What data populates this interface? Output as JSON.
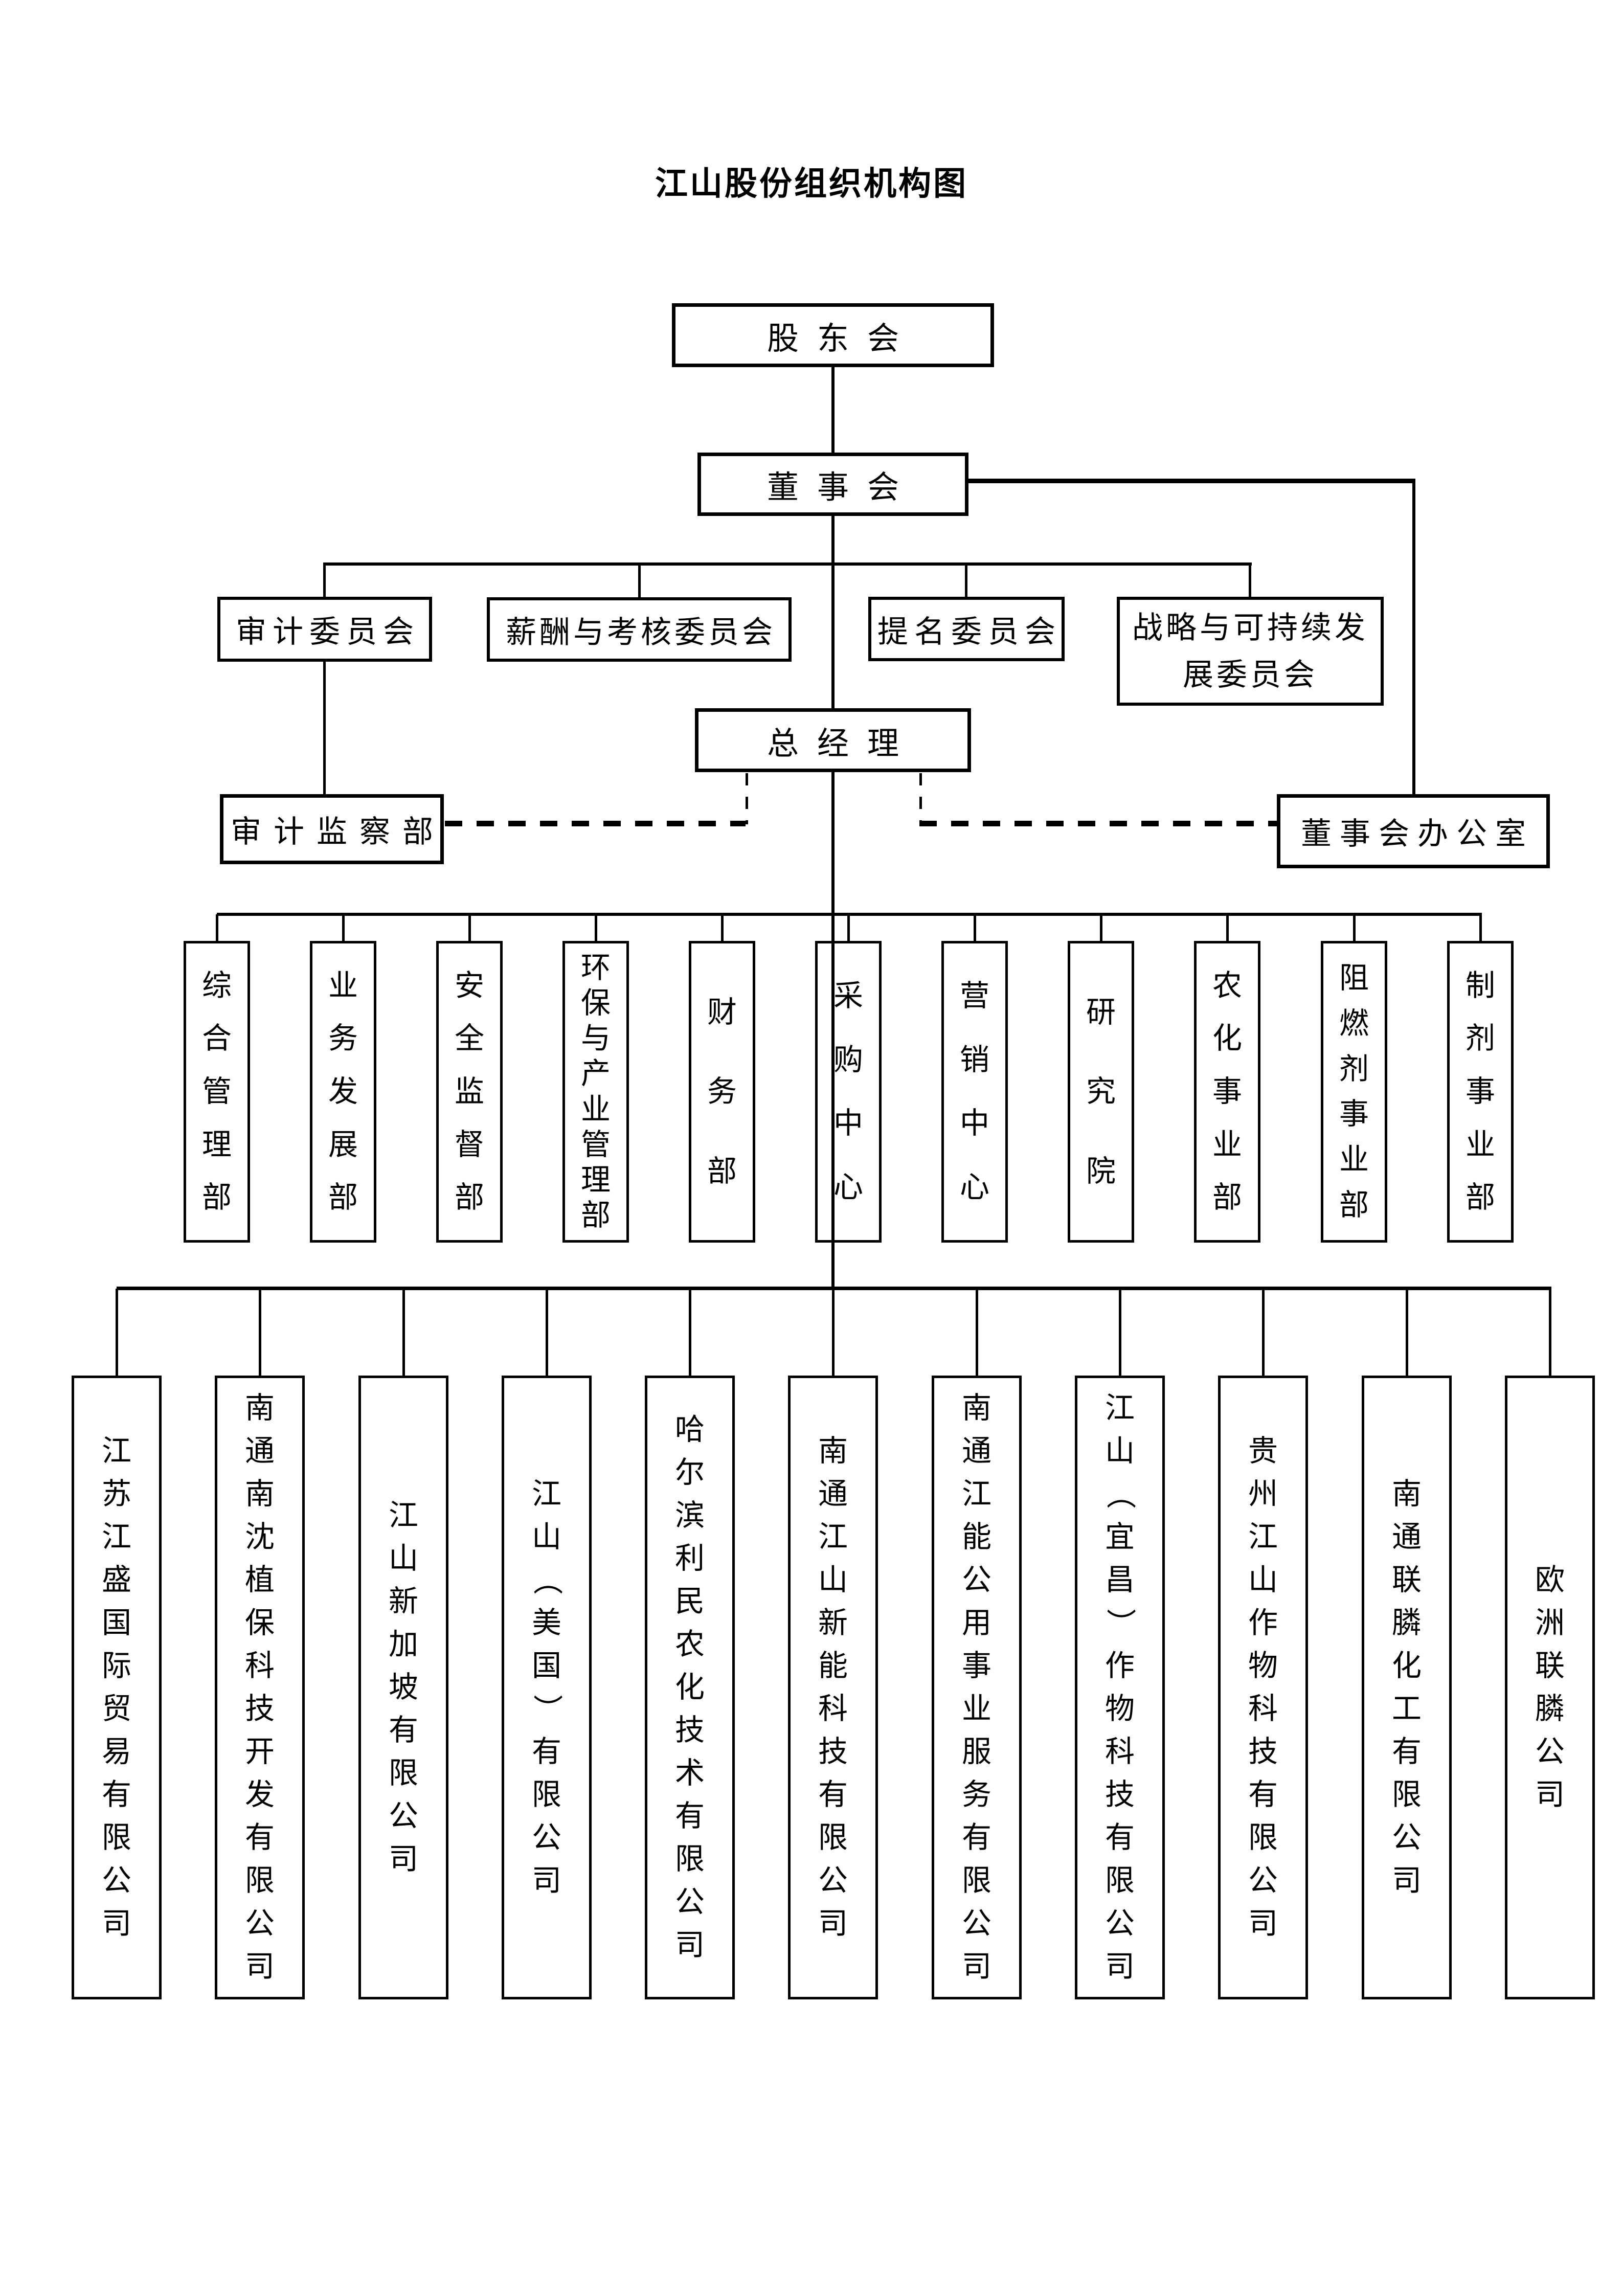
{
  "title": "江山股份组织机构图",
  "nodes": {
    "shareholders": "股东会",
    "board": "董事会",
    "general_manager": "总经理",
    "audit_supervision_dept": "审计监察部",
    "board_office": "董事会办公室"
  },
  "committees": [
    {
      "label": "审计委员会"
    },
    {
      "label": "薪酬与考核委员会"
    },
    {
      "label": "提名委员会"
    },
    {
      "label": "战略与可持续发展委员会"
    }
  ],
  "departments": [
    {
      "label": "综合管理部"
    },
    {
      "label": "业务发展部"
    },
    {
      "label": "安全监督部"
    },
    {
      "label": "环保与产业管理部"
    },
    {
      "label": "财务部"
    },
    {
      "label": "采购中心"
    },
    {
      "label": "营销中心"
    },
    {
      "label": "研究院"
    },
    {
      "label": "农化事业部"
    },
    {
      "label": "阻燃剂事业部"
    },
    {
      "label": "制剂事业部"
    }
  ],
  "subsidiaries": [
    {
      "label": "江苏江盛国际贸易有限公司"
    },
    {
      "label": "南通南沈植保科技开发有限公司"
    },
    {
      "label": "江山新加坡有限公司"
    },
    {
      "label": "江山（美国）有限公司"
    },
    {
      "label": "哈尔滨利民农化技术有限公司"
    },
    {
      "label": "南通江山新能科技有限公司"
    },
    {
      "label": "南通江能公用事业服务有限公司"
    },
    {
      "label": "江山（宜昌）作物科技有限公司"
    },
    {
      "label": "贵州江山作物科技有限公司"
    },
    {
      "label": "南通联膦化工有限公司"
    },
    {
      "label": "欧洲联膦公司"
    }
  ]
}
